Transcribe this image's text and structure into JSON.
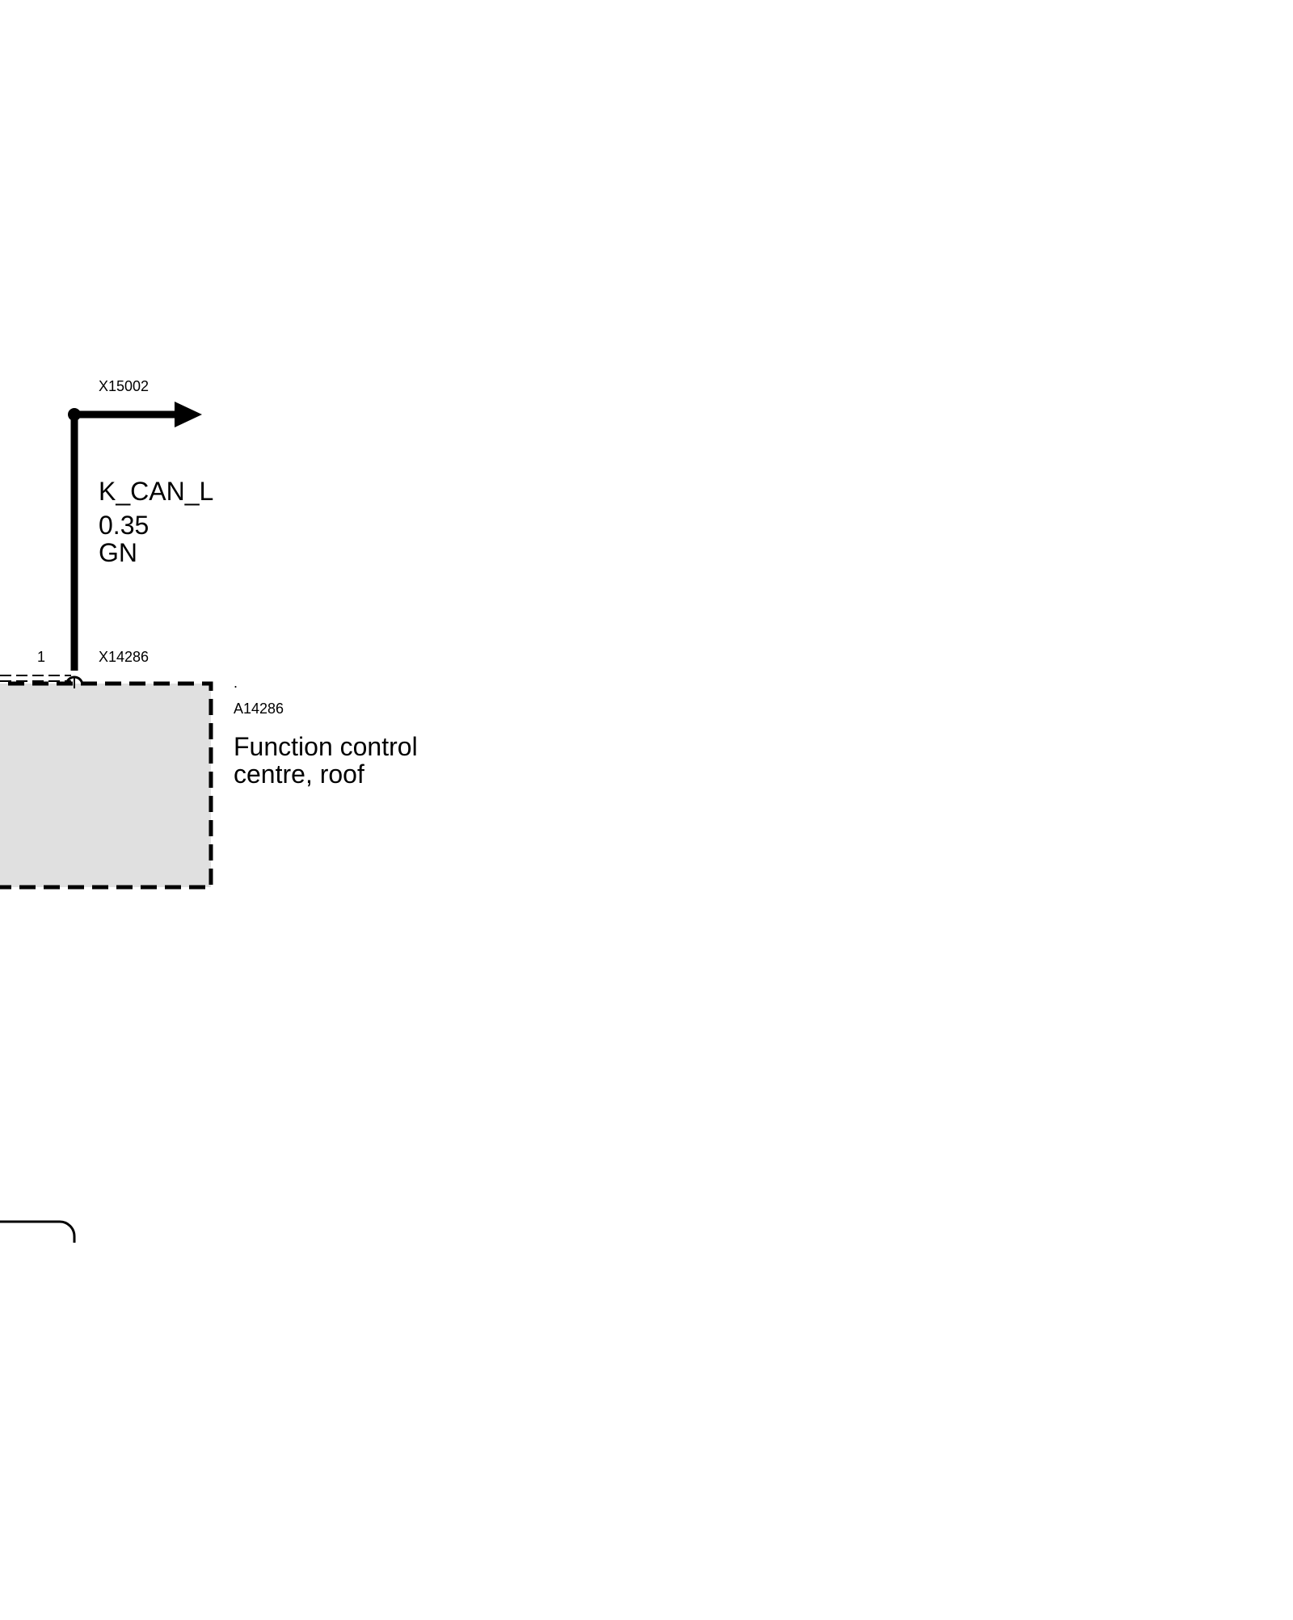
{
  "top_connector": {
    "id": "X15002"
  },
  "wire": {
    "signal": "K_CAN_L",
    "cross_section": "0.35",
    "color_code": "GN"
  },
  "lower_connector": {
    "pin": "1",
    "id": "X14286"
  },
  "component": {
    "marker": ".",
    "id": "A14286",
    "name_line1": "Function control",
    "name_line2": "centre, roof"
  },
  "colors": {
    "line": "#000000",
    "component_fill": "#e0e0e0",
    "background": "#ffffff"
  }
}
